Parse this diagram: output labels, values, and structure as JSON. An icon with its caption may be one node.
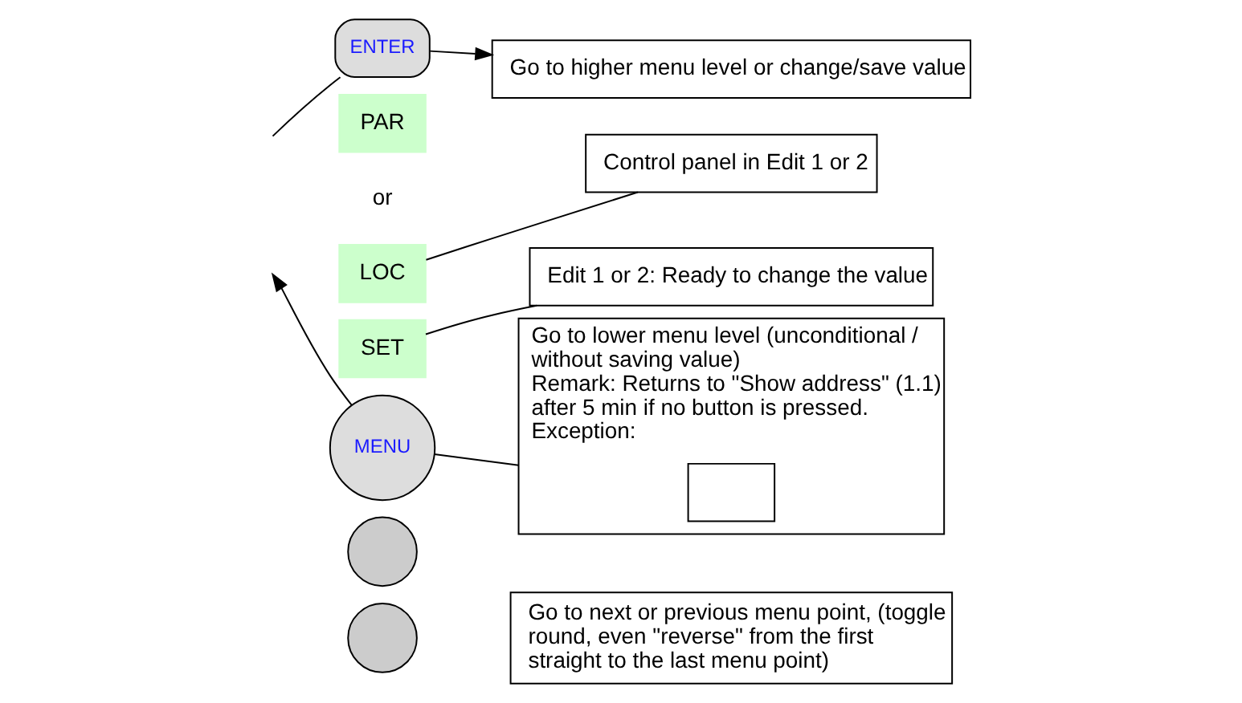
{
  "diagram": {
    "nodes": [
      {
        "text": [
          "ENTER"
        ]
      },
      {
        "text": [
          "Go to higher menu level or change/save value"
        ]
      },
      {
        "text": [
          "PAR"
        ]
      },
      {
        "text": [
          "LOC"
        ]
      },
      {
        "text": [
          "Control panel in Edit 1 or 2"
        ]
      },
      {
        "text": [
          "SET"
        ]
      },
      {
        "text": [
          "Edit 1 or 2: Ready to change the value"
        ]
      },
      {
        "text": [
          "MENU"
        ]
      },
      {
        "text": [
          "Go to lower menu level (unconditional / without saving value)",
          "Remark: Returns to \"Show address\" (1.1) after 5 min if no button is pressed.",
          "Exception:"
        ]
      },
      {
        "text": [],
        "shape": "box",
        "in": 8
      },
      {
        "text": [],
        "shape": "circle"
      },
      {
        "text": [],
        "shape": "circle"
      },
      {
        "text": [
          "Go to next or previous menu point, (toggle round, even \"reverse\" from the first straight to the last menu point)"
        ]
      }
    ],
    "edges": [
      {
        "from": null,
        "to": 0,
        "arrow": "none"
      },
      {
        "from": 0,
        "to": 1,
        "arrow": "to"
      },
      {
        "from": 3,
        "to": 4,
        "arrow": "none"
      },
      {
        "from": 5,
        "to": 6,
        "arrow": "none"
      },
      {
        "from": 7,
        "to": null,
        "arrow": "to"
      },
      {
        "from": 7,
        "to": 8,
        "arrow": "none"
      }
    ],
    "labels": [
      "or"
    ]
  }
}
